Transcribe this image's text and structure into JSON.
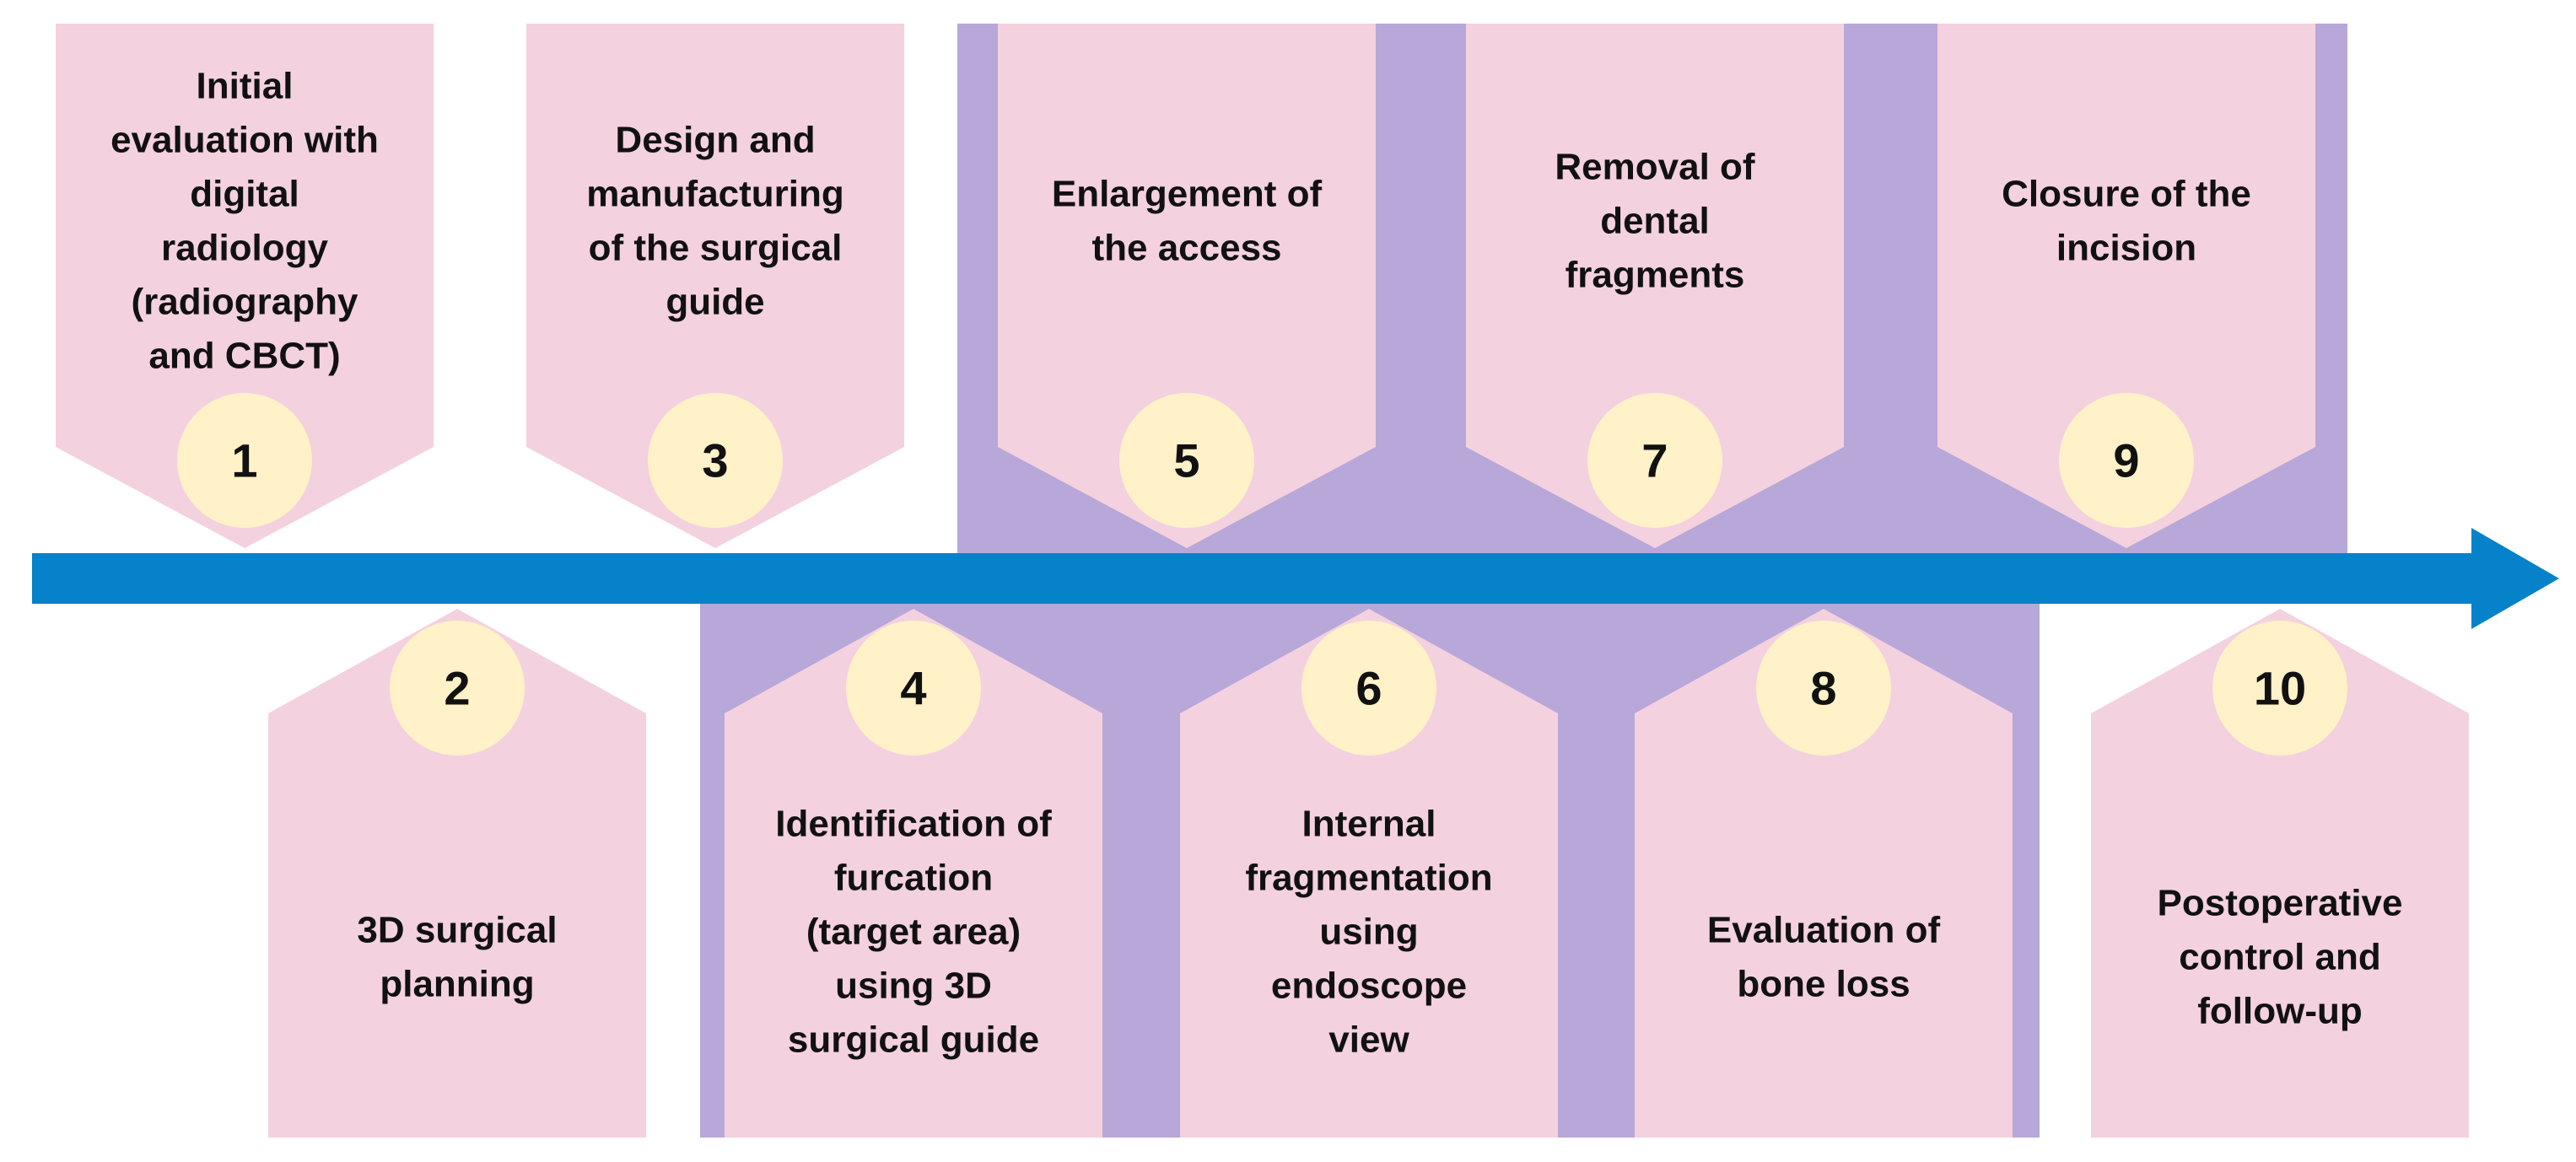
{
  "colors": {
    "card": "#f4d1df",
    "band": "#b8a7d9",
    "badge": "#fff1c8",
    "arrow": "#0582ca",
    "text": "#111111"
  },
  "steps": [
    {
      "number": "1",
      "lines": [
        "Initial",
        "evaluation with",
        "digital",
        "radiology",
        "(radiography",
        "and CBCT)"
      ]
    },
    {
      "number": "2",
      "lines": [
        "3D surgical",
        "planning"
      ]
    },
    {
      "number": "3",
      "lines": [
        "Design and",
        "manufacturing",
        "of the surgical",
        "guide"
      ]
    },
    {
      "number": "4",
      "lines": [
        "Identification of",
        "furcation",
        "(target area)",
        "using 3D",
        "surgical guide"
      ]
    },
    {
      "number": "5",
      "lines": [
        "Enlargement of",
        "the access"
      ]
    },
    {
      "number": "6",
      "lines": [
        "Internal",
        "fragmentation",
        "using",
        "endoscope",
        "view"
      ]
    },
    {
      "number": "7",
      "lines": [
        "Removal of",
        "dental",
        "fragments"
      ]
    },
    {
      "number": "8",
      "lines": [
        "Evaluation of",
        "bone loss"
      ]
    },
    {
      "number": "9",
      "lines": [
        "Closure of the",
        "incision"
      ]
    },
    {
      "number": "10",
      "lines": [
        "Postoperative",
        "control and",
        "follow-up"
      ]
    }
  ]
}
